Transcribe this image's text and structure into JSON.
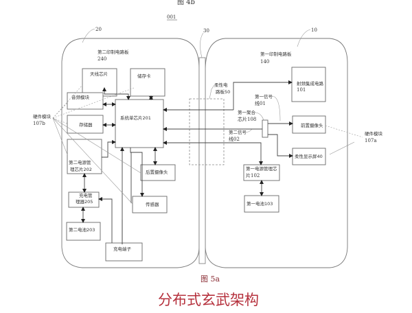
{
  "figure": {
    "top_caption": "图 4b",
    "ref_number": "001",
    "bottom_caption": "图 5a",
    "title": "分布式玄武架构"
  },
  "refs": {
    "left_device": "20",
    "hinge": "30",
    "right_device": "10"
  },
  "left_board": {
    "name": "第二印制电路板",
    "number": "240",
    "hardware_module": "硬件模块",
    "hardware_module_ref": "107b",
    "blocks": {
      "antenna": "天线芯片",
      "memory_card": "储存卡",
      "audio": "音频模块",
      "storage": "存储器",
      "soc": "系统单芯片201",
      "pmic2_line1": "第二电源管",
      "pmic2_line2": "理芯片202",
      "rear_camera": "后置摄像头",
      "charger_line1": "充电管",
      "charger_line2": "理器205",
      "sensor": "传感器",
      "battery2": "第二电池203",
      "charge_port": "充电端子"
    }
  },
  "hinge": {
    "flex_line1": "柔性电",
    "flex_line2": "路板50"
  },
  "right_board": {
    "name": "第一印制电路板",
    "number": "140",
    "hardware_module": "硬件模块",
    "hardware_module_ref": "107a",
    "signal1_line1": "第一信号",
    "signal1_line2": "线01",
    "signal2_line1": "第二信号",
    "signal2_line2": "线02",
    "combiner_line1": "第一聚合",
    "combiner_line2": "芯片108",
    "blocks": {
      "rf_line1": "射频集成电路",
      "rf_line2": "101",
      "front_camera": "前置摄像头",
      "flex_display": "柔性显示屏40",
      "pmic1_line1": "第一电源管理芯",
      "pmic1_line2": "片102",
      "battery1": "第一电池103"
    }
  }
}
